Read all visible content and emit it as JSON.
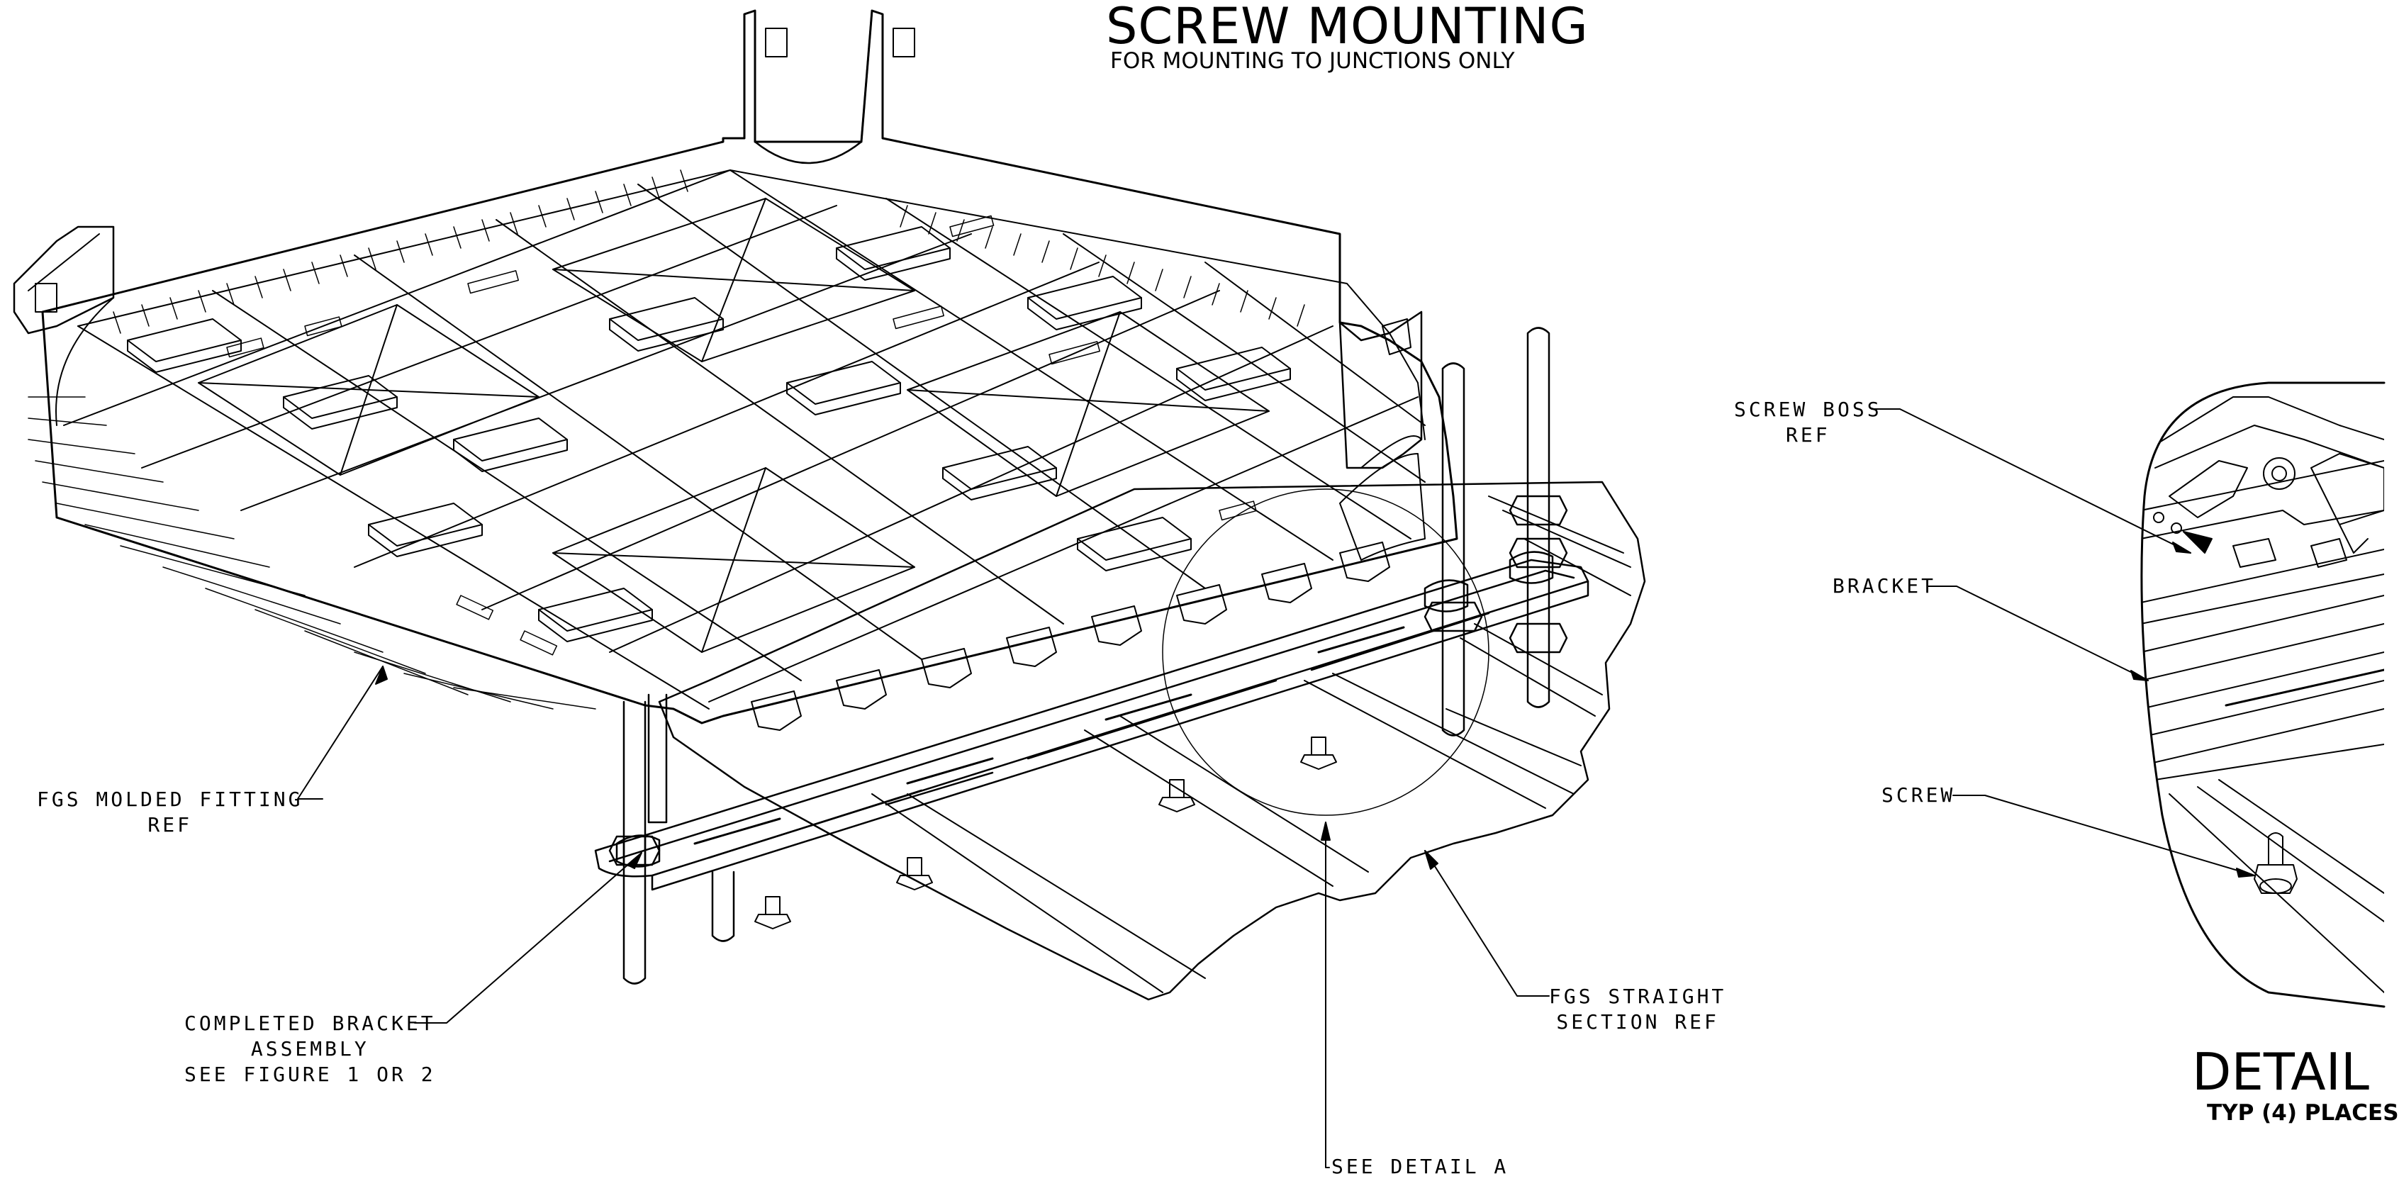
{
  "title": {
    "main": "SCREW MOUNTING",
    "sub": "FOR MOUNTING TO JUNCTIONS ONLY"
  },
  "callouts": {
    "fgs_molded_fitting": [
      "FGS MOLDED FITTING",
      "REF"
    ],
    "completed_bracket": [
      "COMPLETED BRACKET",
      "ASSEMBLY",
      "SEE FIGURE 1 OR 2"
    ],
    "fgs_straight_section": [
      "FGS STRAIGHT",
      "SECTION REF"
    ],
    "see_detail": "SEE DETAIL  A",
    "screw_boss": [
      "SCREW BOSS",
      "REF"
    ],
    "bracket": "BRACKET",
    "screw": "SCREW"
  },
  "detail": {
    "title": "DETAIL",
    "sub": "TYP (4) PLACES"
  }
}
